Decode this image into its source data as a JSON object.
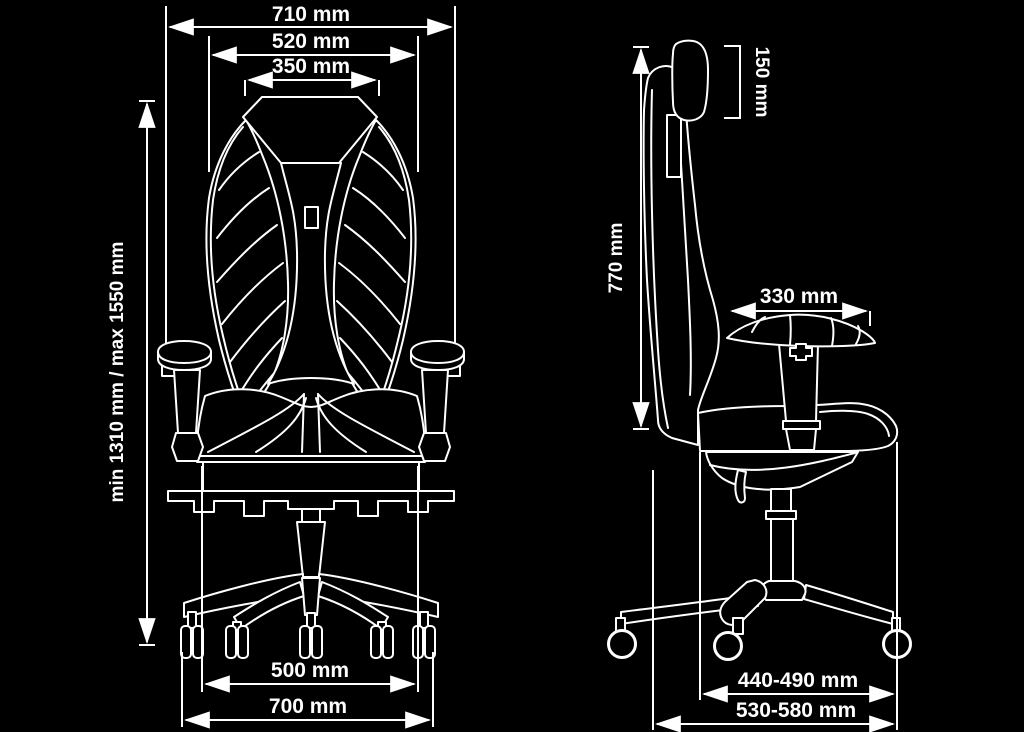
{
  "colors": {
    "background": "#000000",
    "line": "#ffffff"
  },
  "front_view": {
    "width_overall": "710 mm",
    "width_backrest": "520 mm",
    "width_headrest": "350 mm",
    "height_range": "min 1310 mm / max 1550 mm",
    "base_width_inner": "500 mm",
    "base_width_outer": "700 mm"
  },
  "side_view": {
    "headrest_height": "150 mm",
    "backrest_height": "770 mm",
    "armrest_depth": "330 mm",
    "depth_inner_range": "440-490 mm",
    "depth_outer_range": "530-580 mm"
  }
}
